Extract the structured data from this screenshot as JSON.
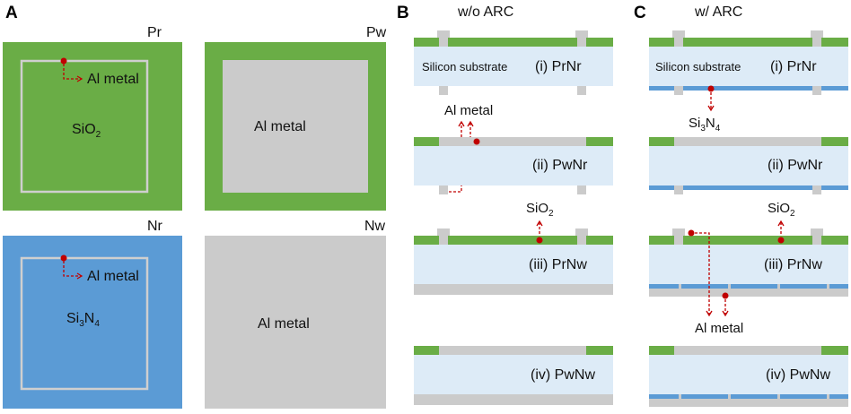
{
  "panels": {
    "a": {
      "letter": "A",
      "pr_code": "Pr",
      "pw_code": "Pw",
      "nr_code": "Nr",
      "nw_code": "Nw",
      "al_metal": "Al metal",
      "sio2_base": "SiO",
      "sio2_sub": "2",
      "si3n4_a": "Si",
      "si3n4_b": "3",
      "si3n4_c": "N",
      "si3n4_d": "4"
    },
    "b": {
      "letter": "B",
      "title": "w/o ARC",
      "substrate": "Silicon substrate",
      "stage1": "(i) PrNr",
      "stage2": "(ii) PwNr",
      "stage3": "(iii) PrNw",
      "stage4": "(iv) PwNw",
      "al_metal": "Al metal",
      "sio2_base": "SiO",
      "sio2_sub": "2"
    },
    "c": {
      "letter": "C",
      "title": "w/ ARC",
      "substrate": "Silicon substrate",
      "stage1": "(i) PrNr",
      "stage2": "(ii) PwNr",
      "stage3": "(iii) PrNw",
      "stage4": "(iv) PwNw",
      "al_metal": "Al metal",
      "sio2_base": "SiO",
      "sio2_sub": "2",
      "si3n4_a": "Si",
      "si3n4_b": "3",
      "si3n4_c": "N",
      "si3n4_d": "4"
    }
  },
  "colors": {
    "sio2": "#6aad46",
    "si3n4": "#5b9bd5",
    "al_metal": "#cbcbcb",
    "silicon": "#ddebf7",
    "arrow": "#c00000"
  }
}
